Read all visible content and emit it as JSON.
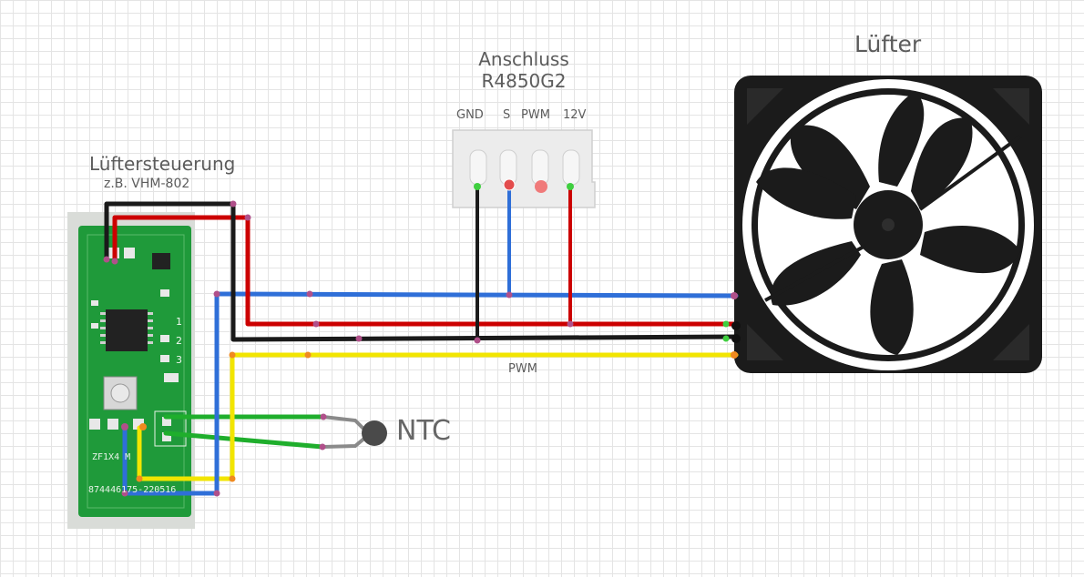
{
  "fan": {
    "title": "Lüfter"
  },
  "connector": {
    "title_line1": "Anschluss",
    "title_line2": "R4850G2",
    "pins": [
      "GND",
      "S",
      "PWM",
      "12V"
    ]
  },
  "controller": {
    "title": "Lüftersteuerung",
    "subtitle": "z.B. VHM-802",
    "pcb_text_bottom": "874446175-220516",
    "pcb_text_model": "ZF1X4 M",
    "pcb_numbers": [
      "1",
      "2",
      "3"
    ]
  },
  "wire_labels": {
    "pwm": "PWM"
  },
  "sensor": {
    "label": "NTC"
  },
  "colors": {
    "gnd_wire": "#1a1a1a",
    "v12_wire": "#cc0000",
    "sense_wire": "#2f6fd8",
    "pwm_wire": "#f2e500",
    "ntc_wire": "#1fae2c",
    "pcb": "#1f9a3a",
    "fan_body": "#1b1b1b"
  }
}
